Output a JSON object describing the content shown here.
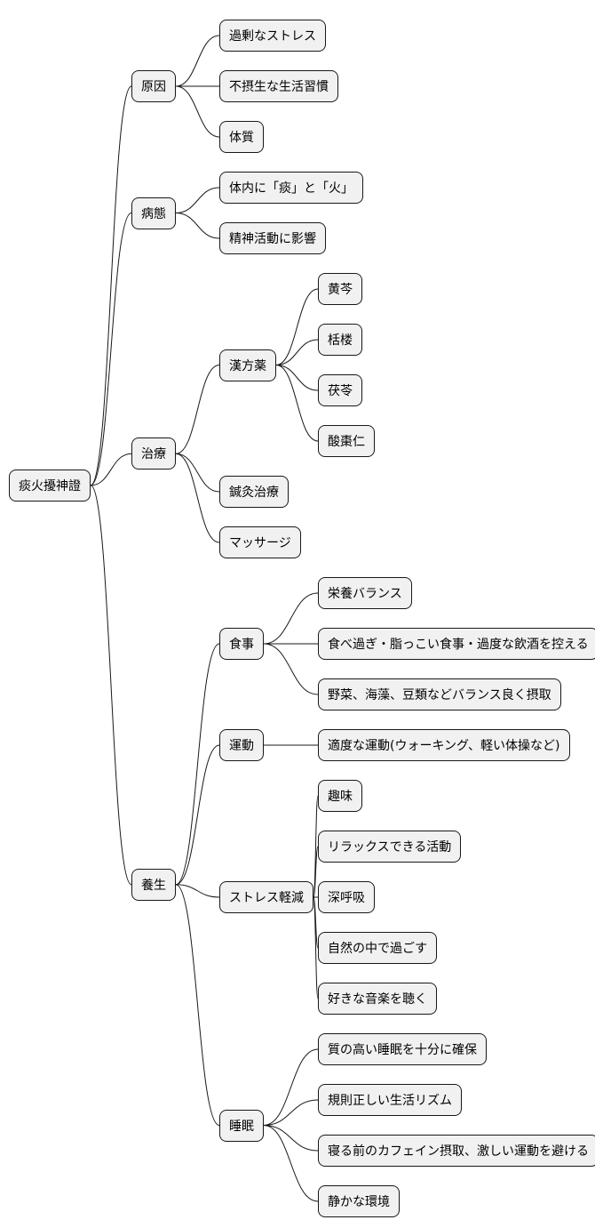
{
  "mindmap": {
    "label": "痰火擾神證",
    "children": [
      {
        "label": "原因",
        "children": [
          {
            "label": "過剰なストレス"
          },
          {
            "label": "不摂生な生活習慣"
          },
          {
            "label": "体質"
          }
        ]
      },
      {
        "label": "病態",
        "children": [
          {
            "label": "体内に「痰」と「火」"
          },
          {
            "label": "精神活動に影響"
          }
        ]
      },
      {
        "label": "治療",
        "children": [
          {
            "label": "漢方薬",
            "children": [
              {
                "label": "黄芩"
              },
              {
                "label": "栝楼"
              },
              {
                "label": "茯苓"
              },
              {
                "label": "酸棗仁"
              }
            ]
          },
          {
            "label": "鍼灸治療"
          },
          {
            "label": "マッサージ"
          }
        ]
      },
      {
        "label": "養生",
        "children": [
          {
            "label": "食事",
            "children": [
              {
                "label": "栄養バランス"
              },
              {
                "label": "食べ過ぎ・脂っこい食事・過度な飲酒を控える"
              },
              {
                "label": "野菜、海藻、豆類などバランス良く摂取"
              }
            ]
          },
          {
            "label": "運動",
            "children": [
              {
                "label": "適度な運動(ウォーキング、軽い体操など)"
              }
            ]
          },
          {
            "label": "ストレス軽減",
            "children": [
              {
                "label": "趣味"
              },
              {
                "label": "リラックスできる活動"
              },
              {
                "label": "深呼吸"
              },
              {
                "label": "自然の中で過ごす"
              },
              {
                "label": "好きな音楽を聴く"
              }
            ]
          },
          {
            "label": "睡眠",
            "children": [
              {
                "label": "質の高い睡眠を十分に確保"
              },
              {
                "label": "規則正しい生活リズム"
              },
              {
                "label": "寝る前のカフェイン摂取、激しい運動を避ける"
              },
              {
                "label": "静かな環境"
              }
            ]
          }
        ]
      }
    ]
  }
}
